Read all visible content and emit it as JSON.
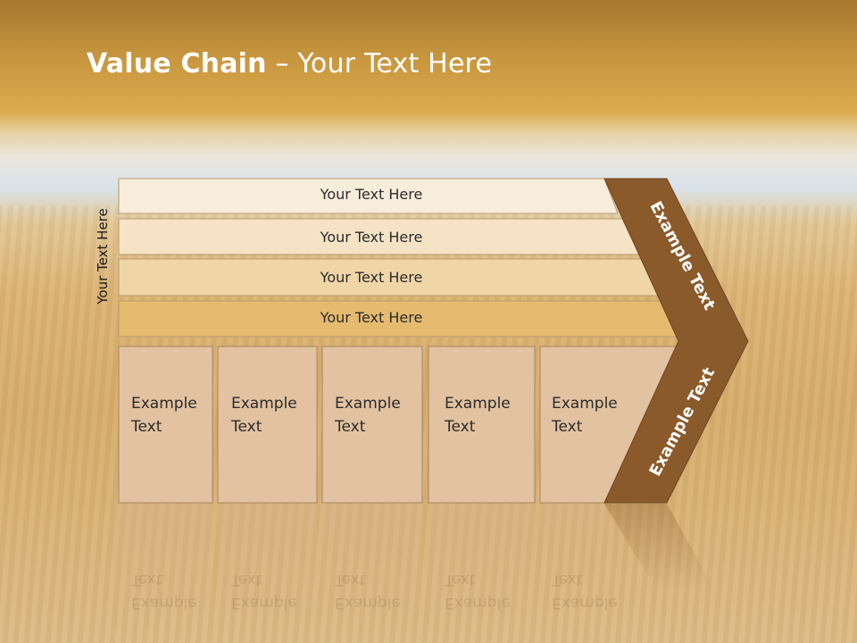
{
  "slide": {
    "title_bold": "Value Chain",
    "title_rest": " – Your Text Here",
    "side_label": "Your Text Here"
  },
  "support_rows": [
    {
      "label": "Your Text Here",
      "fill": "#f8ecdb"
    },
    {
      "label": "Your Text Here",
      "fill": "#f6e3c6"
    },
    {
      "label": "Your Text Here",
      "fill": "#f0d5a6"
    },
    {
      "label": "Your Text Here",
      "fill": "#e6bb70"
    }
  ],
  "primary_boxes": [
    {
      "line1": "Example",
      "line2": "Text"
    },
    {
      "line1": "Example",
      "line2": "Text"
    },
    {
      "line1": "Example",
      "line2": "Text"
    },
    {
      "line1": "Example",
      "line2": "Text"
    },
    {
      "line1": "Example",
      "line2": "Text"
    }
  ],
  "chevron": {
    "upper_text": "Example Text",
    "lower_text": "Example Text",
    "fill": "#8b5a2b"
  },
  "colors": {
    "box_fill": "#e2c2a0",
    "box_stroke": "#a88466",
    "row_stroke": "#b89a6e"
  }
}
